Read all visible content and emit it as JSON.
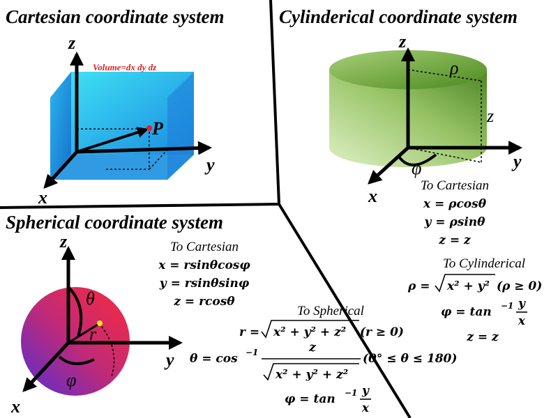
{
  "cartesian": {
    "title": "Cartesian coordinate system",
    "volume": "Volume=dx dy dz",
    "point": "P",
    "axes": {
      "x": "x",
      "y": "y",
      "z": "z"
    }
  },
  "cylindrical": {
    "title": "Cylinderical coordinate system",
    "rho": "ρ",
    "zlabel": "z",
    "phi": "φ",
    "axes": {
      "x": "x",
      "y": "y",
      "z": "z"
    },
    "to_cartesian": {
      "heading": "To Cartesian",
      "eq1": "x = ρcosθ",
      "eq2": "y = ρsinθ",
      "eq3": "z = z"
    }
  },
  "spherical": {
    "title": "Spherical coordinate system",
    "theta": "θ",
    "r": "r",
    "phi": "φ",
    "axes": {
      "x": "x",
      "y": "y",
      "z": "z"
    },
    "to_cartesian": {
      "heading": "To Cartesian",
      "eq1": "x = rsinθcosφ",
      "eq2": "y = rsinθsinφ",
      "eq3": "z = rcosθ"
    },
    "to_cylindrical": {
      "heading": "To Cylinderical",
      "rho_lhs": "ρ =",
      "rho_radicand": "x² + y²",
      "rho_cond": "(ρ ≥ 0)",
      "phi_lhs": "φ = tan",
      "phi_exp": "−1",
      "phi_num": "y",
      "phi_den": "x",
      "z_eq": "z = z"
    },
    "to_spherical": {
      "heading": "To Spherical",
      "r_lhs": "r =",
      "r_radicand": "x² + y² + z²",
      "r_cond": "(r ≥ 0)",
      "theta_lhs": "θ = cos",
      "theta_exp": "−1",
      "theta_num": "z",
      "theta_den": "x² + y² + z²",
      "theta_cond": "(0° ≤ θ ≤ 180)",
      "phi_lhs": "φ = tan",
      "phi_exp": "−1",
      "phi_num": "y",
      "phi_den": "x"
    }
  },
  "colors": {
    "box_light": "#3fe0f5",
    "box_dark": "#1a8ae0",
    "cylinder_light": "#dcefc0",
    "cylinder_dark": "#3d7a12",
    "sphere_top": "#ee2a48",
    "sphere_bottom": "#6a2dc0",
    "point_red": "#e02020",
    "point_yellow": "#f4ec1a"
  }
}
